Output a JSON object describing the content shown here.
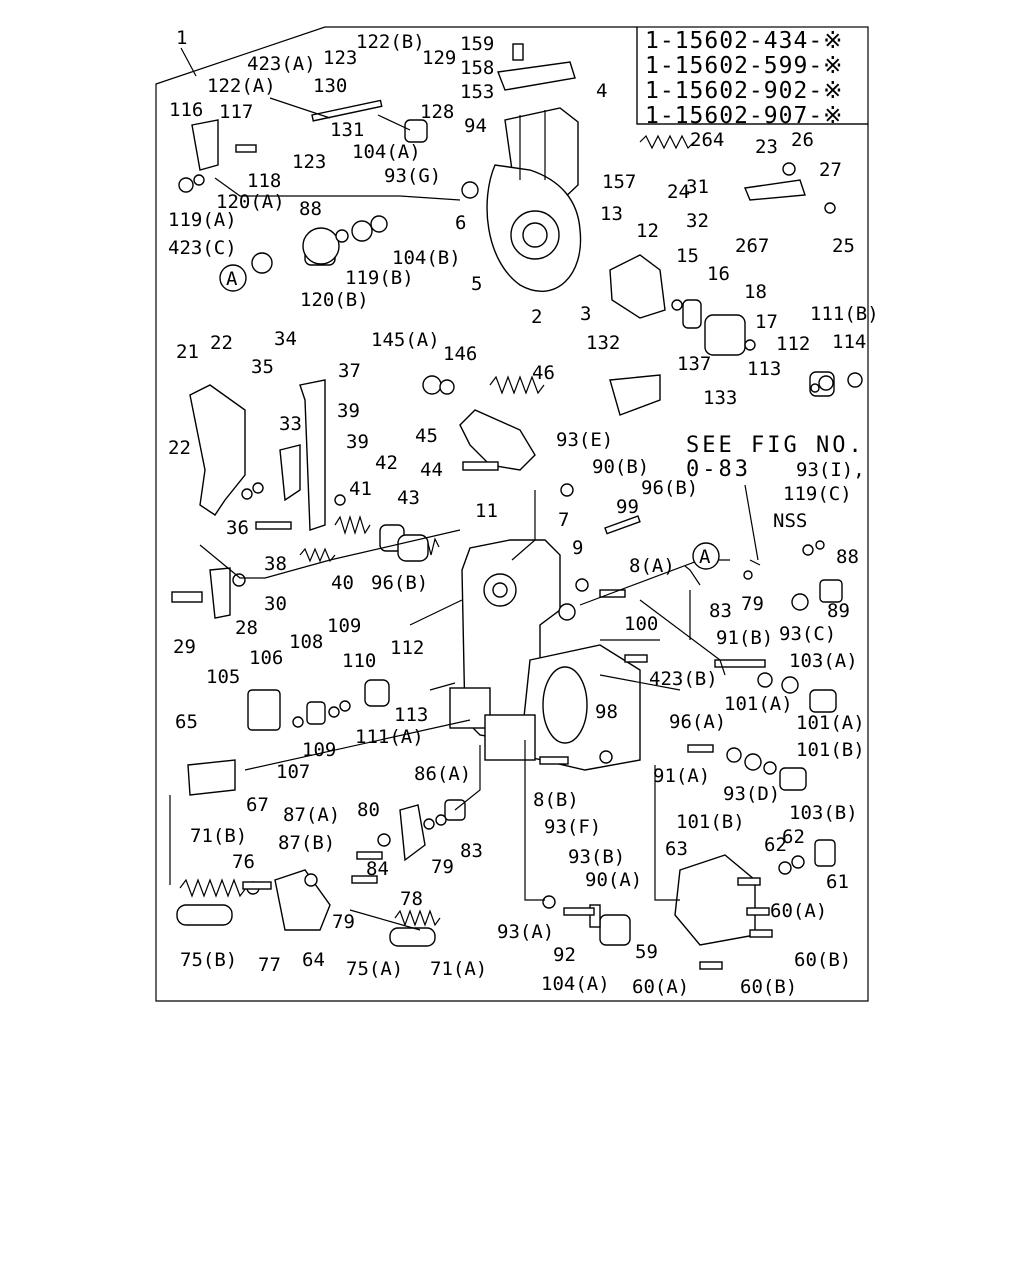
{
  "part_numbers": [
    "1-15602-434-※",
    "1-15602-599-※",
    "1-15602-902-※",
    "1-15602-907-※"
  ],
  "see_fig": [
    "SEE FIG NO.",
    "0-83"
  ],
  "callouts": {
    "c1": "1",
    "c423A": "423(A)",
    "c123a": "123",
    "c122B": "122(B)",
    "c129": "129",
    "c159": "159",
    "c158": "158",
    "c153": "153",
    "c4": "4",
    "c122A": "122(A)",
    "c130": "130",
    "c128": "128",
    "c116": "116",
    "c117": "117",
    "c131": "131",
    "c94": "94",
    "c123b": "123",
    "c104A_top": "104(A)",
    "c93G": "93(G)",
    "c118": "118",
    "c157": "157",
    "c264": "264",
    "c23": "23",
    "c26": "26",
    "c27": "27",
    "c31": "31",
    "c24": "24",
    "c32": "32",
    "c267": "267",
    "c25": "25",
    "c119A": "119(A)",
    "c120A": "120(A)",
    "c6": "6",
    "c13": "13",
    "c12": "12",
    "c88a": "88",
    "c423C": "423(C)",
    "c104B": "104(B)",
    "cA1": "A",
    "c119B": "119(B)",
    "c120B": "120(B)",
    "c5": "5",
    "c2": "2",
    "c3": "3",
    "c15": "15",
    "c16": "16",
    "c18": "18",
    "c17": "17",
    "c111B": "111(B)",
    "c112a": "112",
    "c114": "114",
    "c113a": "113",
    "c34": "34",
    "c22a": "22",
    "c21": "21",
    "c35": "35",
    "c37": "37",
    "c145A": "145(A)",
    "c146": "146",
    "c46": "46",
    "c132": "132",
    "c137": "137",
    "c133": "133",
    "c33": "33",
    "c39a": "39",
    "c39b": "39",
    "c22b": "22",
    "c45": "45",
    "c93E": "93(E)",
    "c93I": "93(I),",
    "c42": "42",
    "c44": "44",
    "c90B": "90(B)",
    "c96B_top": "96(B)",
    "c119C": "119(C)",
    "c41": "41",
    "c43": "43",
    "c36": "36",
    "c38": "38",
    "c11": "11",
    "c7": "7",
    "c99": "99",
    "cNSS": "NSS",
    "c9": "9",
    "c8A": "8(A)",
    "cA2": "A",
    "c88b": "88",
    "c40": "40",
    "c96B": "96(B)",
    "c83a": "83",
    "c79a": "79",
    "c89": "89",
    "c30": "30",
    "c28": "28",
    "c29": "29",
    "c100": "100",
    "c91B": "91(B)",
    "c93C": "93(C)",
    "c108": "108",
    "c109a": "109",
    "c106": "106",
    "c105": "105",
    "c110": "110",
    "c112b": "112",
    "c103A": "103(A)",
    "c423B": "423(B)",
    "c101A1": "101(A)",
    "c98": "98",
    "c96A": "96(A)",
    "c101A2": "101(A)",
    "c113b": "113",
    "c65": "65",
    "c107": "107",
    "c109b": "109",
    "c111A": "111(A)",
    "c91A": "91(A)",
    "c101B": "101(B)",
    "c86A": "86(A)",
    "c93D": "93(D)",
    "c103B": "103(B)",
    "c67": "67",
    "c8B": "8(B)",
    "c87A": "87(A)",
    "c80": "80",
    "c101B_b": "101(B)",
    "c71B": "71(B)",
    "c87B": "87(B)",
    "c83b": "83",
    "c93F": "93(F)",
    "c62a": "62",
    "c62b": "62",
    "c63": "63",
    "c79b": "79",
    "c93B": "93(B)",
    "c76": "76",
    "c84": "84",
    "c78": "78",
    "c90A": "90(A)",
    "c61": "61",
    "c60A1": "60(A)",
    "c79c": "79",
    "c93A": "93(A)",
    "c92": "92",
    "c59": "59",
    "c60B1": "60(B)",
    "c75B": "75(B)",
    "c77": "77",
    "c64": "64",
    "c75A": "75(A)",
    "c71A": "71(A)",
    "c104A": "104(A)",
    "c60A2": "60(A)",
    "c60B2": "60(B)"
  }
}
